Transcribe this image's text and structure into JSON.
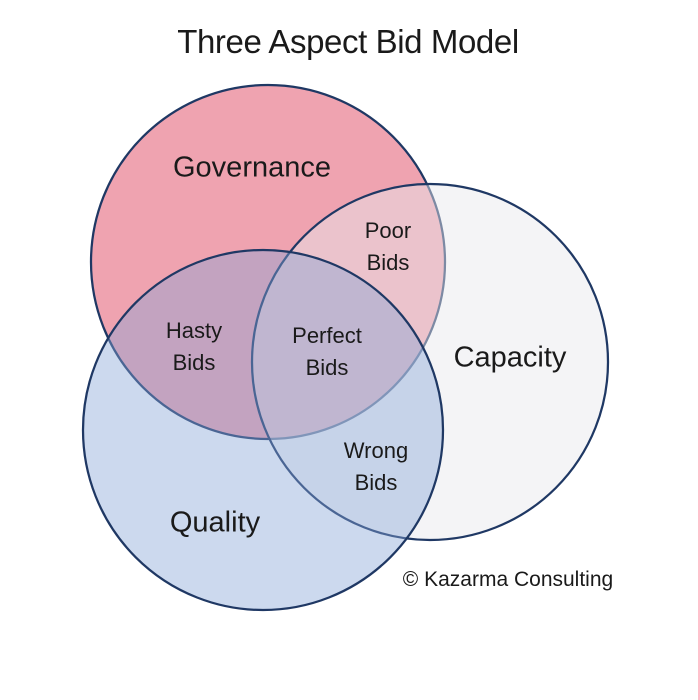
{
  "title": "Three Aspect Bid Model",
  "colors": {
    "background": "#ffffff",
    "outline": "#1f3864",
    "text": "#1a1a1a",
    "governance_fill": "#efa3b0",
    "capacity_fill": "rgba(232,232,236,0.47)",
    "quality_fill": "rgba(134,165,215,0.42)"
  },
  "venn": {
    "circles": [
      {
        "label": "Governance"
      },
      {
        "label": "Capacity"
      },
      {
        "label": "Quality"
      }
    ],
    "overlaps": [
      {
        "region": "governance-capacity",
        "line1": "Poor",
        "line2": "Bids"
      },
      {
        "region": "governance-quality",
        "line1": "Hasty",
        "line2": "Bids"
      },
      {
        "region": "governance-capacity-quality",
        "line1": "Perfect",
        "line2": "Bids"
      },
      {
        "region": "capacity-quality",
        "line1": "Wrong",
        "line2": "Bids"
      }
    ]
  },
  "footer": {
    "copyright": "© Kazarma Consulting"
  }
}
